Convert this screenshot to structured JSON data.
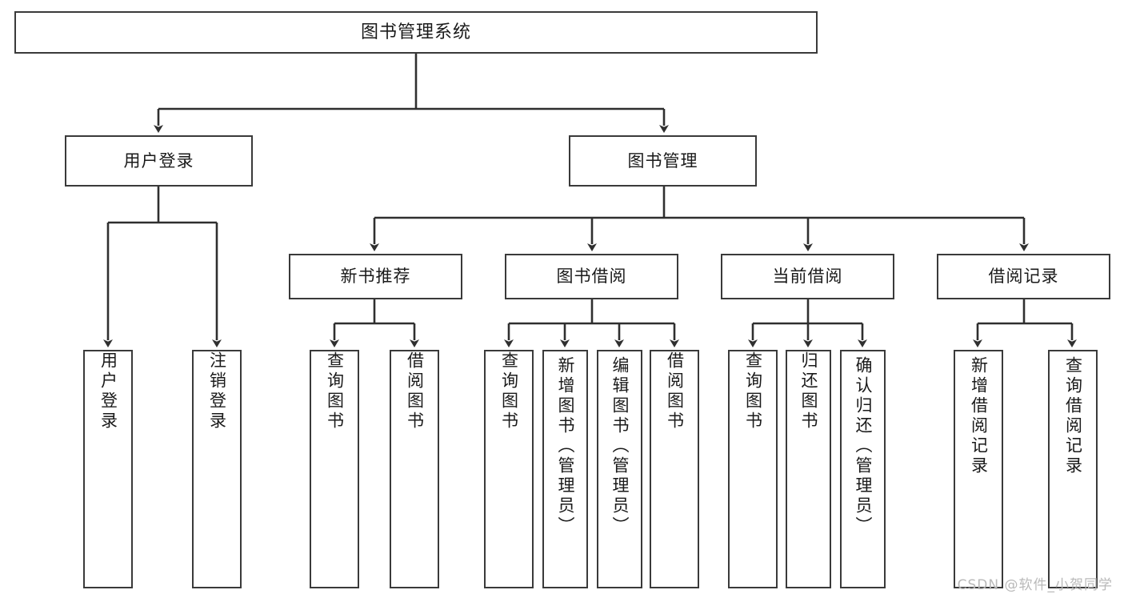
{
  "diagram": {
    "title": "图书管理系统",
    "type": "tree",
    "watermark": "CSDN @软件_小贺同学",
    "colors": {
      "box_border": "#3a3a3a",
      "box_fill": "#ffffff",
      "link": "#2f2f2f",
      "text": "#1a1a1a",
      "watermark": "#b9b9b9",
      "background": "#ffffff"
    },
    "levels": {
      "root": {
        "label": "图书管理系统"
      },
      "level2": [
        {
          "label": "用户登录"
        },
        {
          "label": "图书管理"
        }
      ],
      "level3": [
        {
          "label": "新书推荐"
        },
        {
          "label": "图书借阅"
        },
        {
          "label": "当前借阅"
        },
        {
          "label": "借阅记录"
        }
      ],
      "leaves": {
        "user_login": [
          {
            "label": "用户登录"
          },
          {
            "label": "注销登录"
          }
        ],
        "new_book_recommend": [
          {
            "label": "查询图书"
          },
          {
            "label": "借阅图书"
          }
        ],
        "book_borrow": [
          {
            "label": "查询图书"
          },
          {
            "label": "新增图书（管理员）"
          },
          {
            "label": "编辑图书（管理员）"
          },
          {
            "label": "借阅图书"
          }
        ],
        "current_borrow": [
          {
            "label": "查询图书"
          },
          {
            "label": "归还图书"
          },
          {
            "label": "确认归还（管理员）"
          }
        ],
        "borrow_record": [
          {
            "label": "新增借阅记录"
          },
          {
            "label": "查询借阅记录"
          }
        ]
      }
    }
  }
}
